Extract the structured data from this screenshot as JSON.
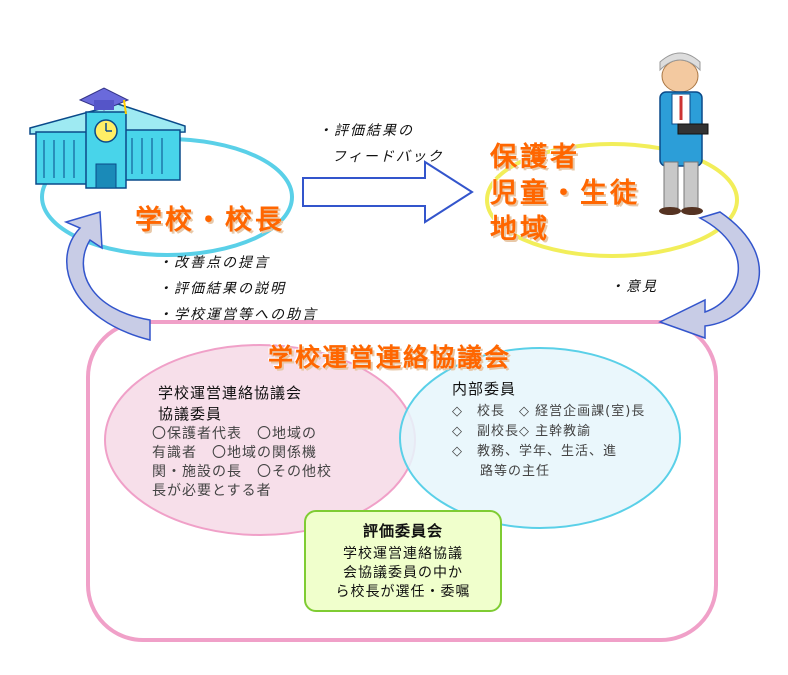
{
  "school": {
    "title": "学校・校長"
  },
  "community": {
    "title_lines": [
      "保護者",
      "児童・生徒",
      "地域"
    ]
  },
  "feedback_note": {
    "lines": [
      "・評価結果の",
      "フィードバック"
    ]
  },
  "school_actions": {
    "lines": [
      "・改善点の提言",
      "・評価結果の説明",
      "・学校運営等への助言"
    ]
  },
  "opinion_note": "・意見",
  "council": {
    "title": "学校運営連絡協議会",
    "members_circle": {
      "heading_lines": [
        "学校運営連絡協議会",
        "協議委員"
      ],
      "body_lines": [
        "〇保護者代表　〇地域の",
        "有識者　〇地域の関係機",
        "関・施設の長　〇その他校",
        "長が必要とする者"
      ]
    },
    "internal_circle": {
      "heading": "内部委員",
      "body_lines": [
        "◇　校長　◇ 経営企画課(室)長",
        "◇　副校長◇ 主幹教諭",
        "◇　教務、学年、生活、進",
        "　　路等の主任"
      ]
    },
    "evaluation_box": {
      "heading": "評価委員会",
      "body_lines": [
        "学校運営連絡協議",
        "会協議委員の中か",
        "ら校長が選任・委嘱"
      ]
    }
  },
  "colors": {
    "title_orange": "#ff6600",
    "school_ellipse": "#5ad0e8",
    "community_ellipse": "#f2ee5a",
    "council_border": "#f0a0c8",
    "members_fill": "#f6dbe8",
    "internal_fill": "#e6f6fb",
    "arrow_fill": "#c8cce6"
  },
  "icons": [
    "school-building-icon",
    "teacher-person-icon"
  ]
}
